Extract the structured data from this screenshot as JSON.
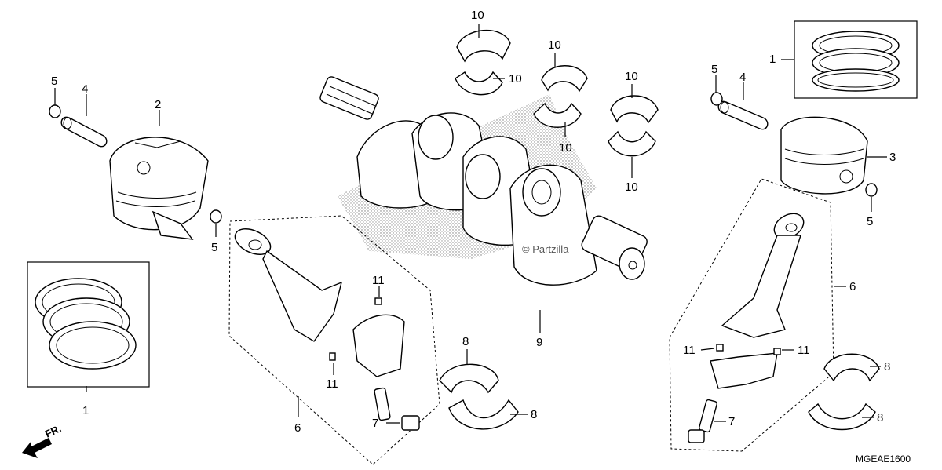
{
  "diagram": {
    "callouts": [
      "1",
      "2",
      "3",
      "4",
      "5",
      "6",
      "7",
      "8",
      "9",
      "10",
      "11"
    ],
    "direction_label": "FR.",
    "watermark": "© Partzilla",
    "figure_code": "MGEAE1600"
  }
}
